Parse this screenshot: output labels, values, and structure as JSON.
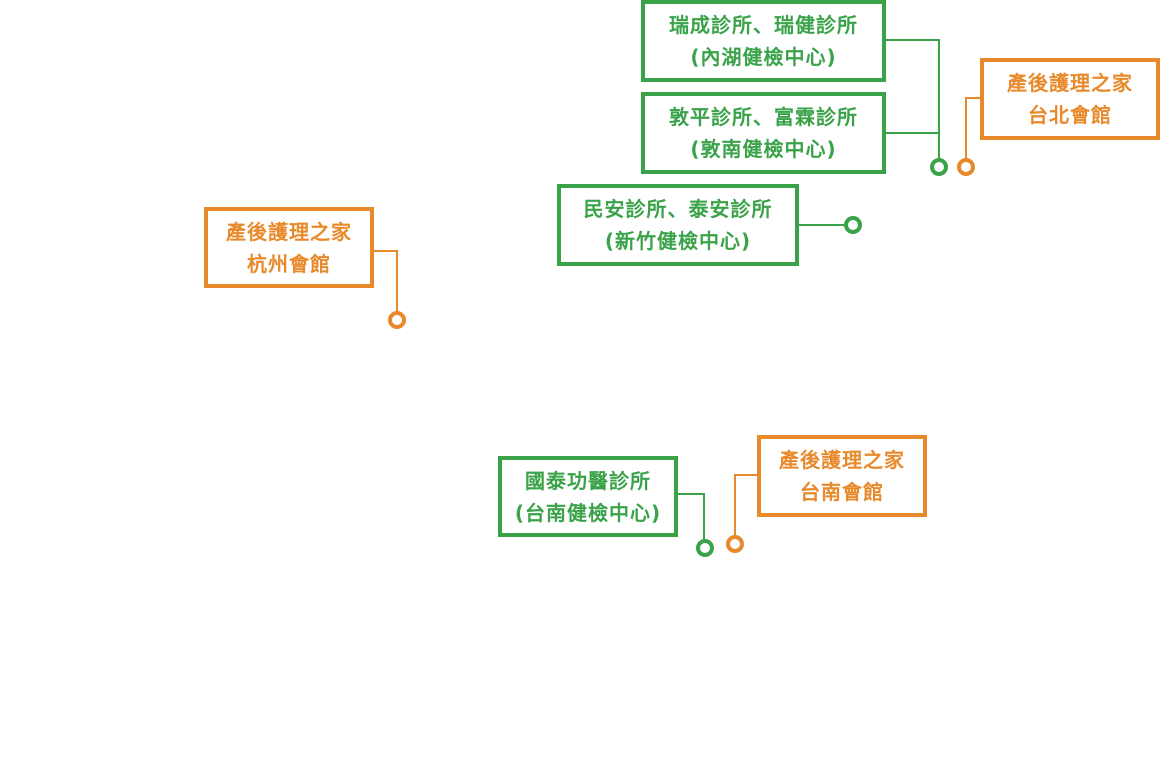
{
  "colors": {
    "clinic": "#3aa34a",
    "postnatal": "#e88a2b"
  },
  "locations": {
    "neihu": {
      "line1": "瑞成診所、瑞健診所",
      "line2": "(內湖健檢中心)"
    },
    "dunnan": {
      "line1": "敦平診所、富霖診所",
      "line2": "(敦南健檢中心)"
    },
    "hsinchu": {
      "line1": "民安診所、泰安診所",
      "line2": "(新竹健檢中心)"
    },
    "tainan_clinic": {
      "line1": "國泰功醫診所",
      "line2": "(台南健檢中心)"
    },
    "taipei_care": {
      "line1": "產後護理之家",
      "line2": "台北會館"
    },
    "hangzhou_care": {
      "line1": "產後護理之家",
      "line2": "杭州會館"
    },
    "tainan_care": {
      "line1": "產後護理之家",
      "line2": "台南會館"
    }
  }
}
